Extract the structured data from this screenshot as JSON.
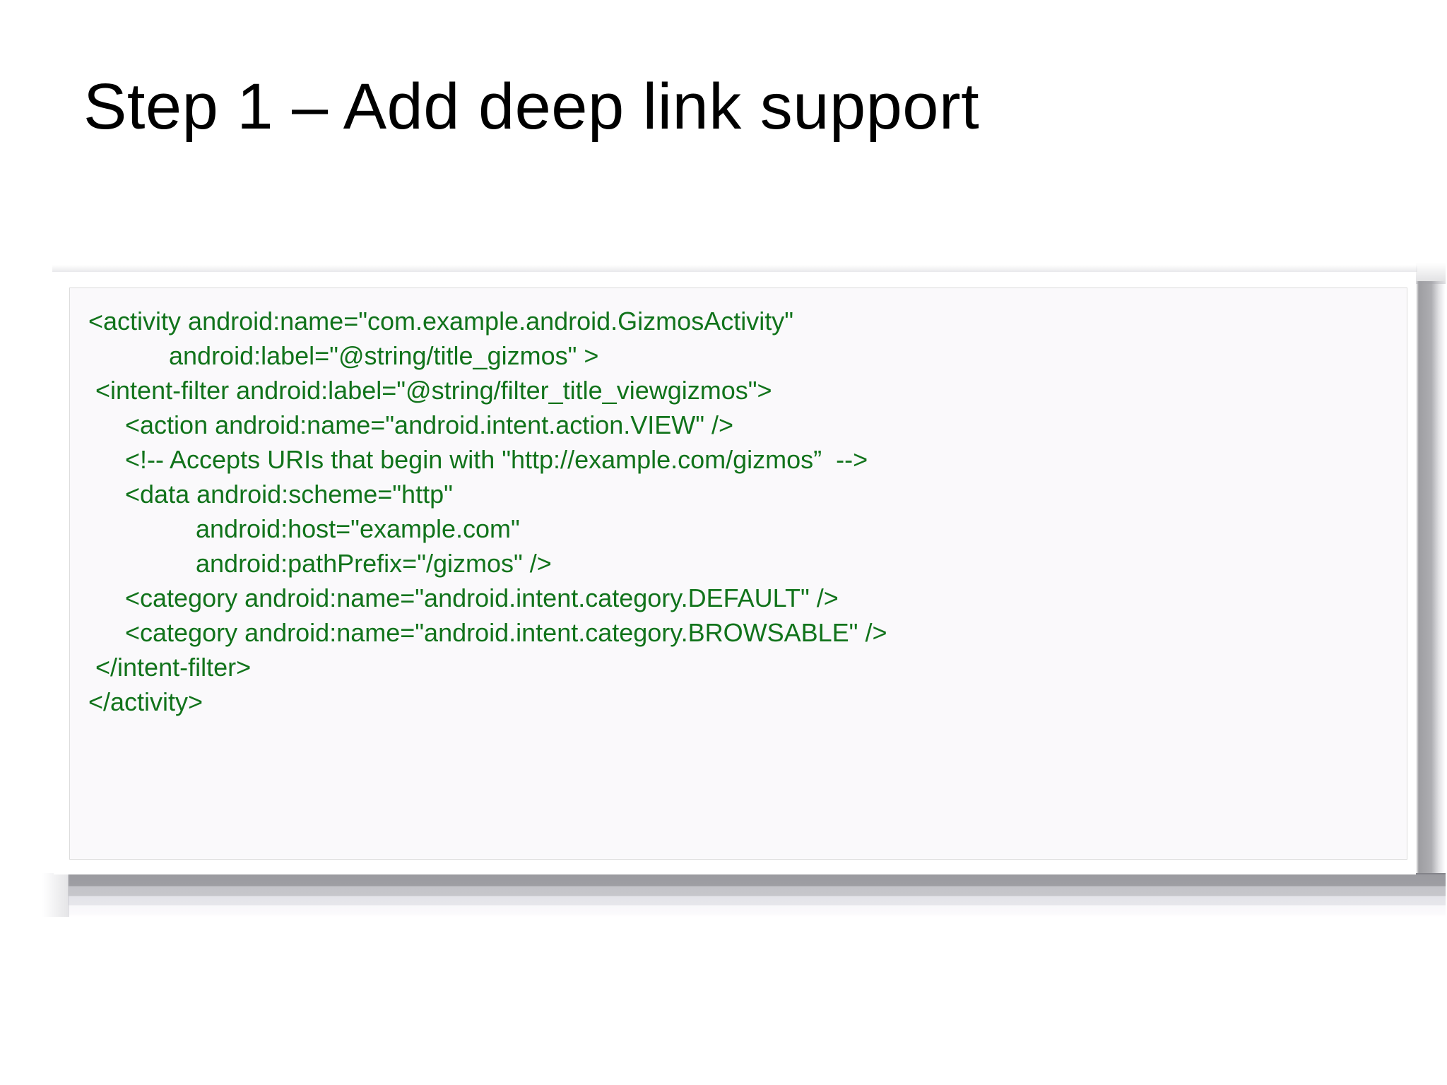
{
  "slide": {
    "title": "Step 1 – Add deep link support",
    "background_color": "#ffffff",
    "title_color": "#000000"
  },
  "code_block": {
    "language": "xml",
    "text_color": "#11731b",
    "background_color": "#faf9fb",
    "border_color": "#dcdcdc",
    "lines": [
      {
        "indent": 0,
        "text": "<activity android:name=\"com.example.android.GizmosActivity\""
      },
      {
        "indent": 4,
        "text": "android:label=\"@string/title_gizmos\" >"
      },
      {
        "indent": 1,
        "text": "<intent-filter android:label=\"@string/filter_title_viewgizmos\">"
      },
      {
        "indent": 2,
        "text": "<action android:name=\"android.intent.action.VIEW\" />"
      },
      {
        "indent": 2,
        "text": "<!-- Accepts URIs that begin with \"http://example.com/gizmos”  -->"
      },
      {
        "indent": 2,
        "text": "<data android:scheme=\"http\""
      },
      {
        "indent": 5,
        "text": "android:host=\"example.com\""
      },
      {
        "indent": 5,
        "text": "android:pathPrefix=\"/gizmos\" />"
      },
      {
        "indent": 2,
        "text": "<category android:name=\"android.intent.category.DEFAULT\" />"
      },
      {
        "indent": 2,
        "text": "<category android:name=\"android.intent.category.BROWSABLE\" />"
      },
      {
        "indent": 1,
        "text": "</intent-filter>"
      },
      {
        "indent": 0,
        "text": "</activity>"
      }
    ]
  }
}
